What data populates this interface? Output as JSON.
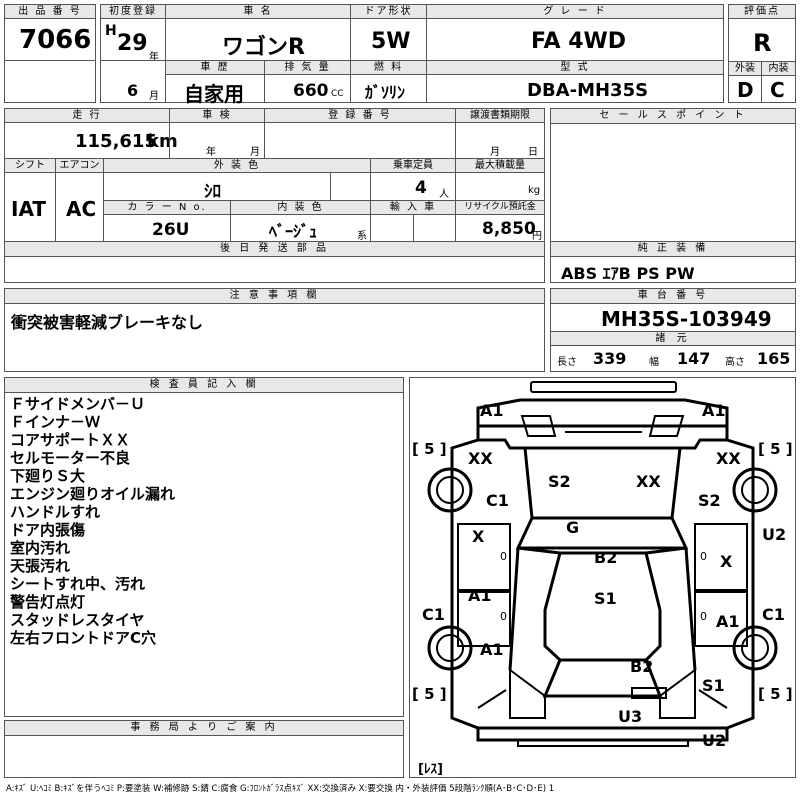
{
  "header": {
    "lot_no_label": "出 品 番 号",
    "lot_no": "7066",
    "first_reg_label": "初度登録",
    "era": "H",
    "year": "29",
    "year_unit": "年",
    "month": "6",
    "month_unit": "月",
    "car_name_label": "車 名",
    "car_name": "ワゴンR",
    "door_label": "ドア形状",
    "door": "5W",
    "grade_label": "グ レ ー ド",
    "grade": "FA 4WD",
    "score_label": "評価点",
    "score": "R",
    "history_label": "車 歴",
    "history": "自家用",
    "displacement_label": "排 気 量",
    "displacement": "660",
    "displacement_unit": "CC",
    "fuel_label": "燃 料",
    "fuel": "ｶﾞｿﾘﾝ",
    "model_label": "型 式",
    "model": "DBA-MH35S",
    "exterior_label": "外装",
    "exterior": "D",
    "interior_label": "内装",
    "interior": "C"
  },
  "row2": {
    "mileage_label": "走 行",
    "mileage": "115,615",
    "mileage_unit": "km",
    "inspection_label": "車 検",
    "inspection_year_unit": "年",
    "inspection_month_unit": "月",
    "reg_no_label": "登 録 番 号",
    "transfer_label": "譲渡書類期限",
    "transfer_month_unit": "月",
    "transfer_day_unit": "日",
    "sales_point_label": "セ ー ル ス ポ イ ン ト",
    "shift_label": "シフト",
    "shift": "IAT",
    "ac_label": "エアコン",
    "ac": "AC",
    "ext_color_label": "外 装 色",
    "ext_color": "ｼﾛ",
    "capacity_label": "乗車定員",
    "capacity": "4",
    "capacity_unit": "人",
    "max_load_label": "最大積載量",
    "max_load_unit": "kg",
    "color_no_label": "カ ラ ー N o.",
    "color_no": "26U",
    "int_color_label": "内 装 色",
    "int_color": "ﾍﾞｰｼﾞｭ",
    "int_color_unit": "系",
    "import_label": "輸 入 車",
    "recycle_label": "リサイクル預託金",
    "recycle": "8,850",
    "recycle_unit": "円",
    "later_parts_label": "後 日 発 送 部 品",
    "equipment_label": "純 正 装 備",
    "equipment": "ABS ｴｱB PS PW"
  },
  "caution": {
    "label": "注 意 事 項 欄",
    "text": "衝突被害軽減ブレーキなし"
  },
  "chassis": {
    "label": "車 台 番 号",
    "number": "MH35S-103949",
    "specs_label": "諸 元",
    "length_label": "長さ",
    "length": "339",
    "width_label": "幅",
    "width": "147",
    "height_label": "高さ",
    "height": "165"
  },
  "inspector": {
    "label": "検 査 員 記 入 欄",
    "notes": [
      "Ｆサイドメンバ－Ｕ",
      "Ｆインナ－Ｗ",
      "コアサポートＸＸ",
      "セルモーター不良",
      "下廻りＳ大",
      "エンジン廻りオイル漏れ",
      "ハンドルすれ",
      "ドア内張傷",
      "室内汚れ",
      "天張汚れ",
      "シートすれ中、汚れ",
      "警告灯点灯",
      "スタッドレスタイヤ",
      "左右フロントドアC穴"
    ]
  },
  "office": {
    "label": "事 務 局 よ り ご 案 内"
  },
  "diagram": {
    "marks": {
      "front_left_bumper": "A1",
      "front_right_bumper": "A1",
      "tire_fl": "[ 5 ]",
      "tire_fr": "[ 5 ]",
      "tire_rl": "[ 5 ]",
      "tire_rr": "[ 5 ]",
      "fender_fl_xx": "XX",
      "fender_fr_xx": "XX",
      "fender_fl_c1": "C1",
      "fender_fr_s2": "S2",
      "hood_s2": "S2",
      "hood_xx": "XX",
      "windshield_g": "G",
      "door_fl_x": "X",
      "door_fr_x": "X",
      "roof_b2": "B2",
      "door_rl_a1": "A1",
      "roof_s1": "S1",
      "rocker_l_c1": "C1",
      "rocker_r_c1": "C1",
      "rocker_r_u2": "U2",
      "door_rr_a1": "A1",
      "quarter_l_a1": "A1",
      "rear_b2": "B2",
      "quarter_r_s1": "S1",
      "rear_bumper_u3": "U3",
      "rear_u2": "U2",
      "spare": "[ﾚｽ]",
      "zero_a": "0",
      "zero_b": "0",
      "zero_c": "0",
      "zero_d": "0"
    }
  },
  "legend": "A:ｷｽﾞ U:ﾍｺﾐ B:ｷｽﾞを伴うﾍｺﾐ P:要塗装 W:補修跡 S:錆 C:腐食 G:ﾌﾛﾝﾄｶﾞﾗｽ点ｷｽﾞ XX:交換済み X:要交換 内・外装評価 5段階ﾗﾝｸ順(A･B･C･D･E) 1"
}
